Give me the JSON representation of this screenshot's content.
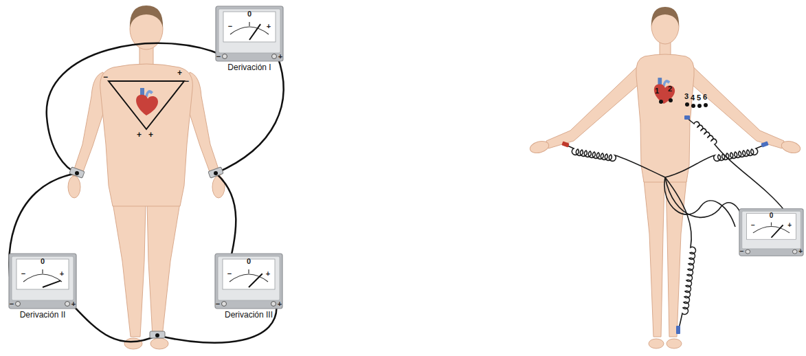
{
  "diagram": {
    "nodes": [
      {
        "text": [
          "0",
          "−",
          "+",
          "−",
          "+",
          "Derivación I"
        ]
      },
      {
        "text": [
          "0",
          "−",
          "+",
          "−",
          "+",
          "Derivación II"
        ]
      },
      {
        "text": [
          "0",
          "−",
          "+",
          "−",
          "+",
          "Derivación III"
        ]
      },
      {
        "text": [
          "0",
          "−",
          "+",
          "−",
          "+"
        ]
      }
    ],
    "labels": [
      "−",
      "+",
      "−",
      "+",
      "+",
      "1",
      "2",
      "3",
      "4",
      "5",
      "6"
    ]
  }
}
